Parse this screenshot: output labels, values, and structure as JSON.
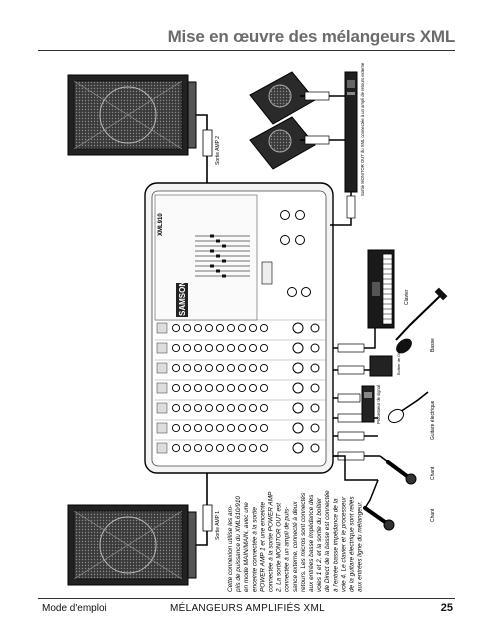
{
  "page": {
    "title": "Mise en œuvre des mélangeurs XML",
    "footer_left": "Mode d'emploi",
    "footer_center": "MÉLANGEURS AMPLIFIÉS XML",
    "page_number": "25"
  },
  "description_lines": [
    "Cette connexion utilise les am-",
    "plis de puissance du XML610/910",
    "en mode MAIN/MAIN, avec une",
    "enceinte connectée à la sortie",
    "POWER AMP 1 et une enceinte",
    "connectée à la sortie POWER AMP",
    "2. La sortie MONITOR OUT est",
    "connectée à un ampli de puis-",
    "sance externe, connecté à deux",
    "retours. Les micros sont connectés",
    "aux entrées basse impédance des",
    "voies 1 et 2, et la sortie du boîtier",
    "de Direct de la basse est connectée",
    "à l'entrée basse impédance de la",
    "voie 4. Le clavier et le processeur",
    "de la guitare électrique sont reliés",
    "aux entrées ligne du mélangeur."
  ],
  "diagram": {
    "speaker_out_1": "Sortie AMP 1",
    "speaker_out_2": "Sortie AMP 2",
    "monitor_amp_label": "Sortie MONITOR OUT du XML connectée à un ampli de retours externe",
    "mixer_brand": "SAMSON",
    "mixer_model": "XML910",
    "instruments": {
      "chant1": "Chant",
      "chant2": "Chant",
      "guitare": "Guitare électrique",
      "processeur": "Processeur de signal",
      "basse": "Basse",
      "boitier": "Boîtier de Direct",
      "clavier": "Clavier"
    }
  }
}
